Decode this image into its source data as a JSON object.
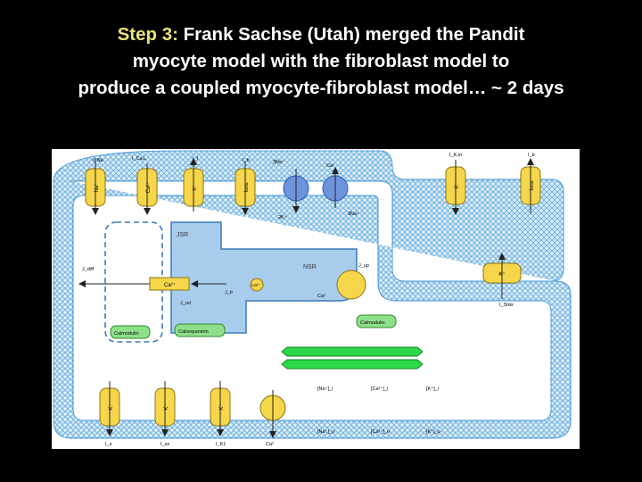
{
  "title": {
    "step_label": "Step 3:",
    "line1_rest": "Frank Sachse (Utah) merged the Pandit",
    "line2": "myocyte model with the fibroblast model to",
    "line3": "produce a coupled myocyte-fibroblast model… ~ 2 days"
  },
  "diagram": {
    "top_labels": [
      "I_Na",
      "I_Ca,L",
      "I_f",
      "I_b",
      "3Na⁺",
      "Ca²",
      "I_K,in",
      "I_b"
    ],
    "top_channels": [
      "Na⁺",
      "Ca²⁺",
      "K⁺",
      "Ions"
    ],
    "pump_labels": [
      "2K⁺",
      "3Na⁺"
    ],
    "right_channels": [
      "K⁺",
      "Ions",
      "K⁺"
    ],
    "right_labels": [
      "I_Shkr"
    ],
    "bottom_channels": [
      "K⁺",
      "K⁺",
      "K⁺"
    ],
    "bottom_labels": [
      "I_s",
      "I_ss",
      "I_K1",
      "Ca²"
    ],
    "compartments": [
      "JSR",
      "NSR"
    ],
    "flux_labels": [
      "J_diff",
      "J_tr",
      "J_up",
      "J_rel"
    ],
    "ions": [
      "Ca²⁺",
      "Ca²⁺",
      "Ca²"
    ],
    "buffers": [
      "Calmodulin",
      "Calsequestrin",
      "Calmodulin"
    ],
    "concentrations_inner": [
      "[Na⁺]_i",
      "[Ca²⁺]_i",
      "[K⁺]_i"
    ],
    "concentrations_outer": [
      "[Na⁺]_o",
      "[Ca²⁺]_o",
      "[K⁺]_o"
    ]
  }
}
